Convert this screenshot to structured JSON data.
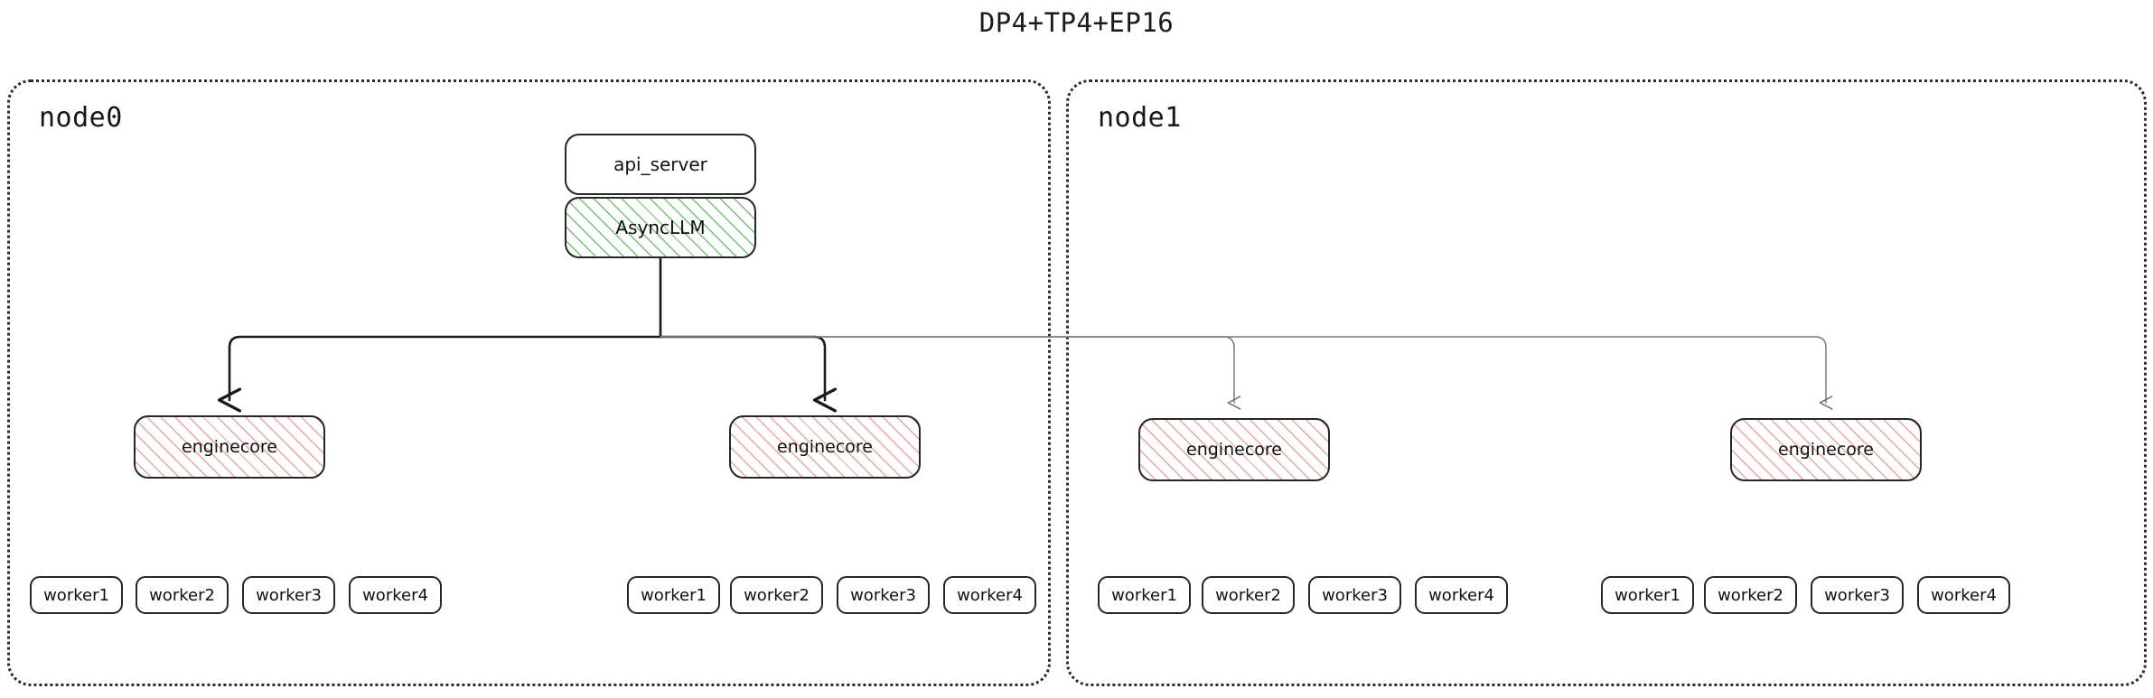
{
  "title": "DP4+TP4+EP16",
  "colors": {
    "ink": "#262626",
    "node_border": "#2b2b2b",
    "asyncllm_hatch": "#6abf69",
    "enginecore_hatch": "#ea9494",
    "edge_primary": "#1a1a1a",
    "edge_secondary": "#808080",
    "background": "#ffffff"
  },
  "nodes": [
    {
      "id": "node0",
      "label": "node0",
      "frontend": {
        "api_server": "api_server",
        "async_llm": "AsyncLLM"
      },
      "engines": [
        {
          "label": "enginecore",
          "workers": [
            "worker1",
            "worker2",
            "worker3",
            "worker4"
          ]
        },
        {
          "label": "enginecore",
          "workers": [
            "worker1",
            "worker2",
            "worker3",
            "worker4"
          ]
        }
      ]
    },
    {
      "id": "node1",
      "label": "node1",
      "engines": [
        {
          "label": "enginecore",
          "workers": [
            "worker1",
            "worker2",
            "worker3",
            "worker4"
          ]
        },
        {
          "label": "enginecore",
          "workers": [
            "worker1",
            "worker2",
            "worker3",
            "worker4"
          ]
        }
      ]
    }
  ]
}
